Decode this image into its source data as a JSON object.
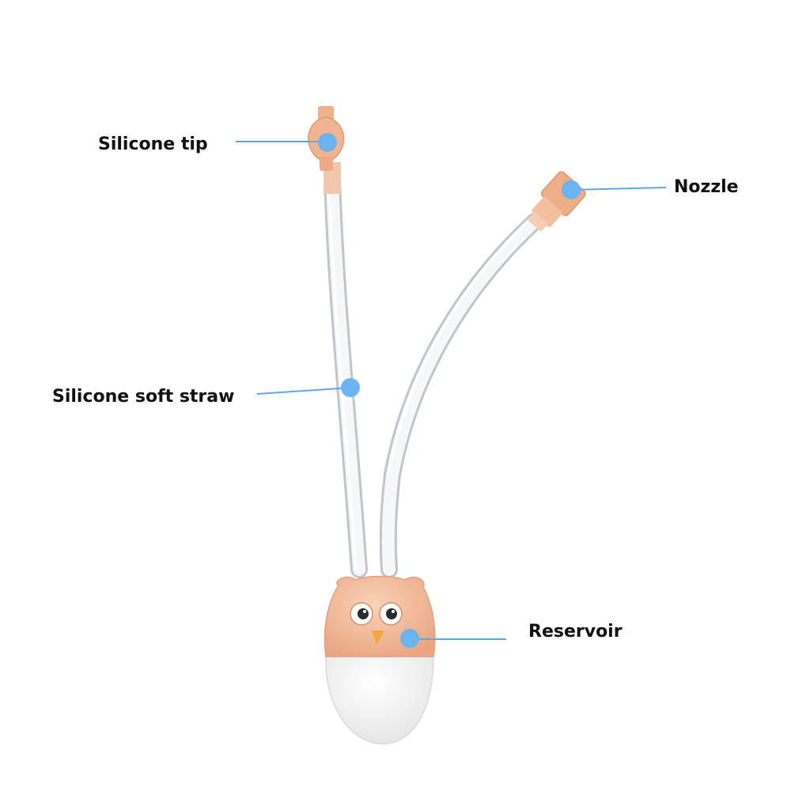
{
  "colors": {
    "callout_line": "#5aa9ee",
    "callout_dot": "#6cb3f2",
    "tube": "#dfe3e6",
    "silicone": "#f4b995",
    "silicone_dark": "#e59f76",
    "reservoir_body": "#f5c0a0",
    "reservoir_cup": "#f3f3f3",
    "beak": "#f2a93b",
    "text": "#111111"
  },
  "labels": {
    "silicone_tip": "Silicone tip",
    "nozzle": "Nozzle",
    "silicone_soft_straw": "Silicone soft straw",
    "reservoir": "Reservoir"
  }
}
